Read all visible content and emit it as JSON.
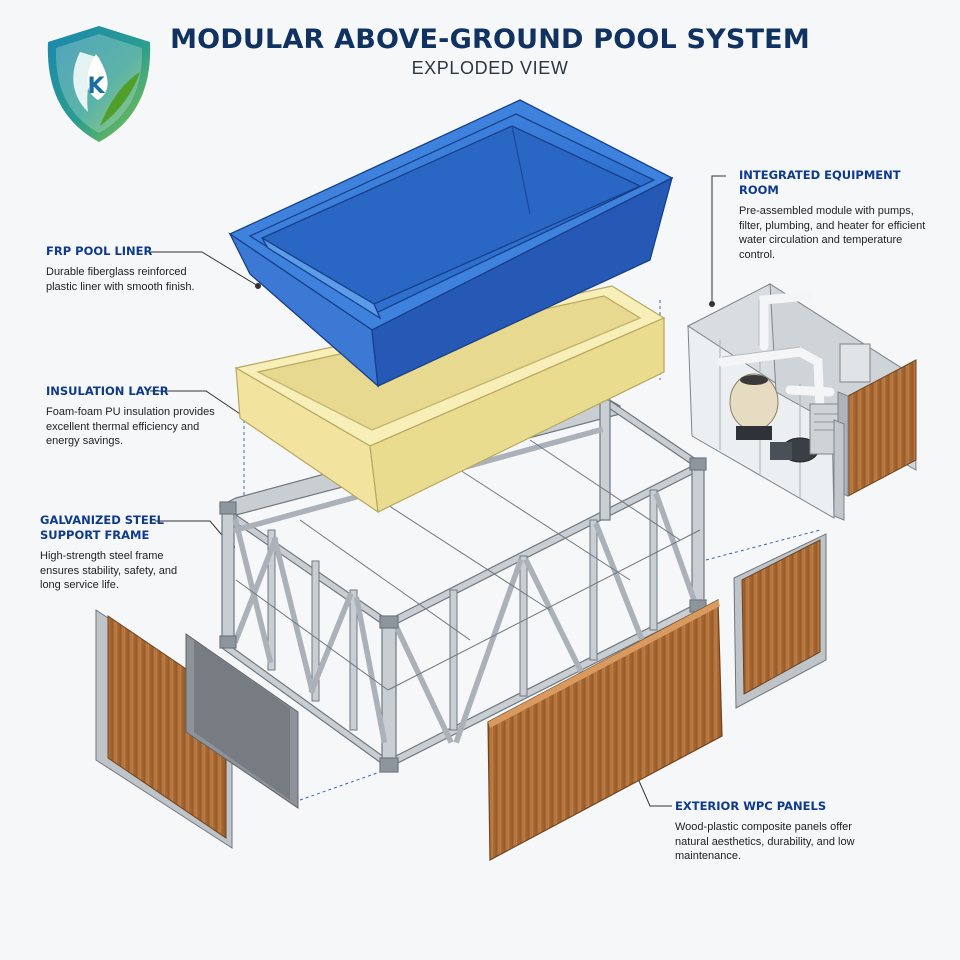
{
  "header": {
    "title": "MODULAR ABOVE-GROUND POOL SYSTEM",
    "subtitle": "EXPLODED VIEW",
    "logo_letter": "K"
  },
  "callouts": {
    "liner": {
      "title": "FRP POOL LINER",
      "description": "Durable fiberglass reinforced plastic liner with smooth finish."
    },
    "insulation": {
      "title": "INSULATION LAYER",
      "description": "Foam-foam PU insulation provides excellent thermal efficiency and energy savings."
    },
    "frame": {
      "title": "GALVANIZED STEEL SUPPORT FRAME",
      "description": "High-strength steel frame ensures stability, safety, and long service life."
    },
    "equipment": {
      "title": "INTEGRATED EQUIPMENT ROOM",
      "description": "Pre-assembled module with pumps, filter, plumbing, and heater for efficient water circulation and temperature control."
    },
    "wpc": {
      "title": "EXTERIOR WPC PANELS",
      "description": "Wood-plastic composite panels offer natural aesthetics, durability, and low maintenance."
    }
  },
  "colors": {
    "title": "#0f3260",
    "callout_title": "#0f3a8a",
    "liner": "#2f6fd0",
    "insulation": "#f3e7a4",
    "steel": "#c3c9cf",
    "wood": "#b2713a",
    "logo_blue": "#2a8fb0",
    "logo_green": "#6fb23a"
  }
}
